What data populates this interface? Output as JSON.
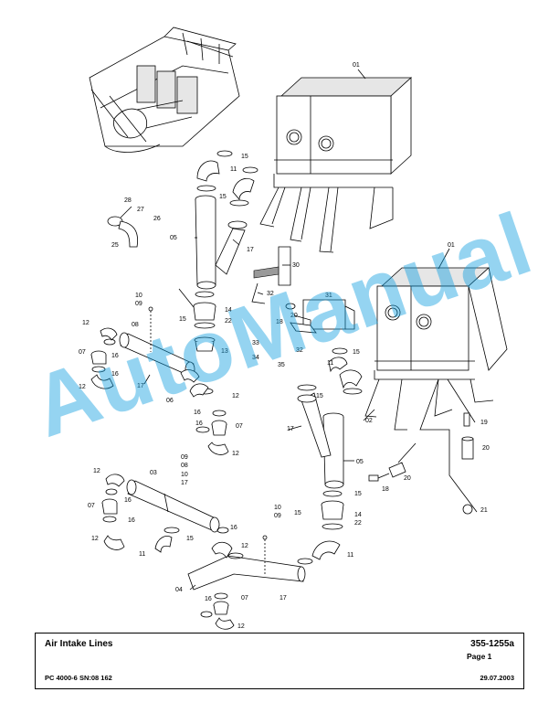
{
  "footer": {
    "title": "Air Intake Lines",
    "drawing_number": "355-1255a",
    "page": "Page 1",
    "model": "PC 4000-6 SN:08 162",
    "date": "29.07.2003"
  },
  "watermark": "AutoManual",
  "parts": [
    {
      "id": "p01a",
      "text": "01"
    },
    {
      "id": "p01b",
      "text": "01"
    },
    {
      "id": "p15a",
      "text": "15"
    },
    {
      "id": "p11a",
      "text": "11"
    },
    {
      "id": "p15b",
      "text": "15"
    },
    {
      "id": "p28",
      "text": "28"
    },
    {
      "id": "p27",
      "text": "27"
    },
    {
      "id": "p26",
      "text": "26"
    },
    {
      "id": "p25",
      "text": "25"
    },
    {
      "id": "p05a",
      "text": "05"
    },
    {
      "id": "p17a",
      "text": "17"
    },
    {
      "id": "p30",
      "text": "30"
    },
    {
      "id": "p32a",
      "text": "32"
    },
    {
      "id": "p31",
      "text": "31"
    },
    {
      "id": "p20a",
      "text": "20"
    },
    {
      "id": "p18a",
      "text": "18"
    },
    {
      "id": "p10a",
      "text": "10"
    },
    {
      "id": "p09a",
      "text": "09"
    },
    {
      "id": "p08a",
      "text": "08"
    },
    {
      "id": "p15c",
      "text": "15"
    },
    {
      "id": "p14a",
      "text": "14"
    },
    {
      "id": "p22a",
      "text": "22"
    },
    {
      "id": "p12a",
      "text": "12"
    },
    {
      "id": "p16a",
      "text": "16"
    },
    {
      "id": "p07a",
      "text": "07"
    },
    {
      "id": "p16b",
      "text": "16"
    },
    {
      "id": "p12b",
      "text": "12"
    },
    {
      "id": "p17b",
      "text": "17"
    },
    {
      "id": "p13",
      "text": "13"
    },
    {
      "id": "p33",
      "text": "33"
    },
    {
      "id": "p34",
      "text": "34"
    },
    {
      "id": "p35",
      "text": "35"
    },
    {
      "id": "p32b",
      "text": "32"
    },
    {
      "id": "p15d",
      "text": "15"
    },
    {
      "id": "p11b",
      "text": "11"
    },
    {
      "id": "p15e",
      "text": "15"
    },
    {
      "id": "p06",
      "text": "06"
    },
    {
      "id": "p12c",
      "text": "12"
    },
    {
      "id": "p16c",
      "text": "16"
    },
    {
      "id": "p16d",
      "text": "16"
    },
    {
      "id": "p07b",
      "text": "07"
    },
    {
      "id": "p12d",
      "text": "12"
    },
    {
      "id": "p17c",
      "text": "17"
    },
    {
      "id": "p02",
      "text": "02"
    },
    {
      "id": "p19",
      "text": "19"
    },
    {
      "id": "p20b",
      "text": "20"
    },
    {
      "id": "p05b",
      "text": "05"
    },
    {
      "id": "p20c",
      "text": "20"
    },
    {
      "id": "p18b",
      "text": "18"
    },
    {
      "id": "p09b",
      "text": "09"
    },
    {
      "id": "p08b",
      "text": "08"
    },
    {
      "id": "p10b",
      "text": "10"
    },
    {
      "id": "p17d",
      "text": "17"
    },
    {
      "id": "p12e",
      "text": "12"
    },
    {
      "id": "p03",
      "text": "03"
    },
    {
      "id": "p16e",
      "text": "16"
    },
    {
      "id": "p07c",
      "text": "07"
    },
    {
      "id": "p16f",
      "text": "16"
    },
    {
      "id": "p12f",
      "text": "12"
    },
    {
      "id": "p11c",
      "text": "11"
    },
    {
      "id": "p15f",
      "text": "15"
    },
    {
      "id": "p16g",
      "text": "16"
    },
    {
      "id": "p12g",
      "text": "12"
    },
    {
      "id": "p10c",
      "text": "10"
    },
    {
      "id": "p09c",
      "text": "09"
    },
    {
      "id": "p15g",
      "text": "15"
    },
    {
      "id": "p15h",
      "text": "15"
    },
    {
      "id": "p14b",
      "text": "14"
    },
    {
      "id": "p22b",
      "text": "22"
    },
    {
      "id": "p21",
      "text": "21"
    },
    {
      "id": "p11d",
      "text": "11"
    },
    {
      "id": "p04",
      "text": "04"
    },
    {
      "id": "p17e",
      "text": "17"
    },
    {
      "id": "p16h",
      "text": "16"
    },
    {
      "id": "p07d",
      "text": "07"
    },
    {
      "id": "p12h",
      "text": "12"
    }
  ]
}
